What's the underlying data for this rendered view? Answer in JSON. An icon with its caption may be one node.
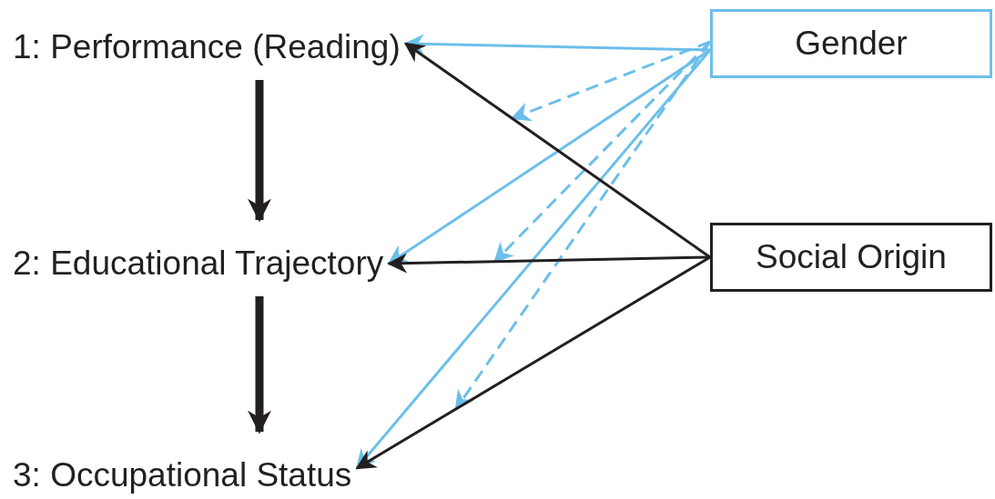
{
  "diagram": {
    "nodes": [
      {
        "text": [
          "1: Performance (Reading)"
        ]
      },
      {
        "text": [
          "2: Educational Trajectory"
        ]
      },
      {
        "text": [
          "3: Occupational Status"
        ]
      },
      {
        "text": [
          "Gender"
        ]
      },
      {
        "text": [
          "Social Origin"
        ]
      }
    ],
    "edges": [
      {
        "from": 0,
        "to": 1,
        "arrow": "to",
        "style": "thick",
        "color": "#231f20"
      },
      {
        "from": 1,
        "to": 2,
        "arrow": "to",
        "style": "thick",
        "color": "#231f20"
      },
      {
        "from": 3,
        "to": 0,
        "arrow": "to"
      },
      {
        "from": 3,
        "to": null,
        "arrow": "to",
        "style": "dashed"
      },
      {
        "from": 3,
        "to": 1,
        "arrow": "to"
      },
      {
        "from": 3,
        "to": null,
        "arrow": "to",
        "style": "dashed"
      },
      {
        "from": 3,
        "to": 2,
        "arrow": "to"
      },
      {
        "from": 3,
        "to": null,
        "arrow": "to",
        "style": "dashed"
      },
      {
        "from": 4,
        "to": 0,
        "arrow": "to",
        "color": "#231f20"
      },
      {
        "from": 4,
        "to": 1,
        "arrow": "to",
        "color": "#231f20"
      },
      {
        "from": 4,
        "to": 2,
        "arrow": "to",
        "color": "#231f20"
      }
    ]
  }
}
